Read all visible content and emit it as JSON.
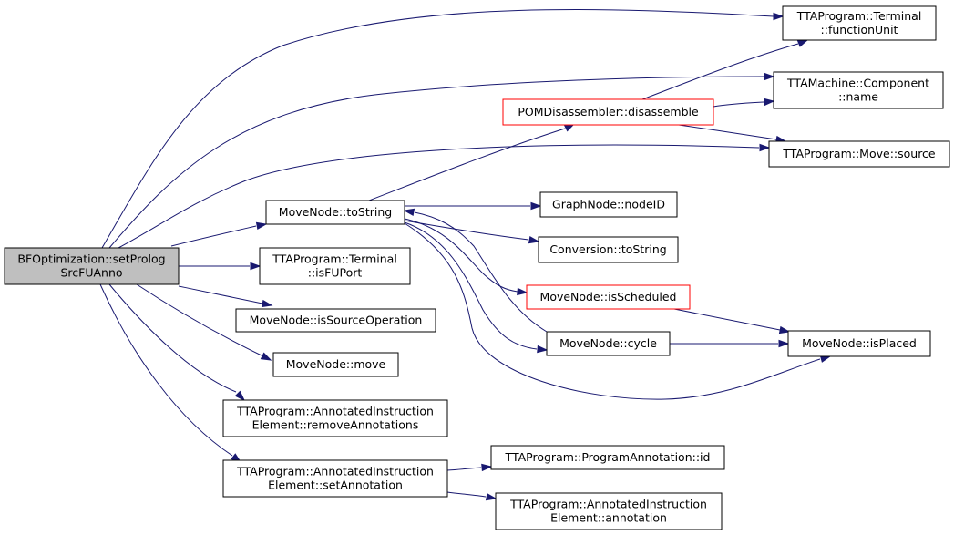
{
  "colors": {
    "edge": "#191970",
    "root_fill": "#bfbfbf",
    "root_border": "#000000",
    "node_fill": "#ffffff",
    "node_border": "#000000",
    "highlight_border": "#ff0000"
  },
  "nodes": [
    {
      "id": "bfopt",
      "style": "root",
      "lines": [
        "BFOptimization::setProlog",
        "SrcFUAnno"
      ]
    },
    {
      "id": "term_fu",
      "style": "normal",
      "lines": [
        "TTAProgram::Terminal",
        "::functionUnit"
      ]
    },
    {
      "id": "comp_name",
      "style": "normal",
      "lines": [
        "TTAMachine::Component",
        "::name"
      ]
    },
    {
      "id": "pomdis",
      "style": "highlight",
      "lines": [
        "POMDisassembler::disassemble"
      ]
    },
    {
      "id": "move_source",
      "style": "normal",
      "lines": [
        "TTAProgram::Move::source"
      ]
    },
    {
      "id": "mn_tostring",
      "style": "normal",
      "lines": [
        "MoveNode::toString"
      ]
    },
    {
      "id": "gn_nodeid",
      "style": "normal",
      "lines": [
        "GraphNode::nodeID"
      ]
    },
    {
      "id": "conv_tostring",
      "style": "normal",
      "lines": [
        "Conversion::toString"
      ]
    },
    {
      "id": "term_isfuport",
      "style": "normal",
      "lines": [
        "TTAProgram::Terminal",
        "::isFUPort"
      ]
    },
    {
      "id": "mn_isscheduled",
      "style": "highlight",
      "lines": [
        "MoveNode::isScheduled"
      ]
    },
    {
      "id": "mn_issrcop",
      "style": "normal",
      "lines": [
        "MoveNode::isSourceOperation"
      ]
    },
    {
      "id": "mn_cycle",
      "style": "normal",
      "lines": [
        "MoveNode::cycle"
      ]
    },
    {
      "id": "mn_isplaced",
      "style": "normal",
      "lines": [
        "MoveNode::isPlaced"
      ]
    },
    {
      "id": "mn_move",
      "style": "normal",
      "lines": [
        "MoveNode::move"
      ]
    },
    {
      "id": "aie_remove",
      "style": "normal",
      "lines": [
        "TTAProgram::AnnotatedInstruction",
        "Element::removeAnnotations"
      ]
    },
    {
      "id": "pa_id",
      "style": "normal",
      "lines": [
        "TTAProgram::ProgramAnnotation::id"
      ]
    },
    {
      "id": "aie_set",
      "style": "normal",
      "lines": [
        "TTAProgram::AnnotatedInstruction",
        "Element::setAnnotation"
      ]
    },
    {
      "id": "aie_annotation",
      "style": "normal",
      "lines": [
        "TTAProgram::AnnotatedInstruction",
        "Element::annotation"
      ]
    }
  ],
  "edges": [
    {
      "from": "bfopt",
      "to": "term_fu"
    },
    {
      "from": "bfopt",
      "to": "comp_name"
    },
    {
      "from": "bfopt",
      "to": "move_source"
    },
    {
      "from": "bfopt",
      "to": "mn_tostring"
    },
    {
      "from": "bfopt",
      "to": "term_isfuport"
    },
    {
      "from": "bfopt",
      "to": "mn_issrcop"
    },
    {
      "from": "bfopt",
      "to": "mn_move"
    },
    {
      "from": "bfopt",
      "to": "aie_remove"
    },
    {
      "from": "bfopt",
      "to": "aie_set"
    },
    {
      "from": "pomdis",
      "to": "term_fu"
    },
    {
      "from": "pomdis",
      "to": "comp_name"
    },
    {
      "from": "pomdis",
      "to": "move_source"
    },
    {
      "from": "mn_tostring",
      "to": "pomdis"
    },
    {
      "from": "mn_tostring",
      "to": "gn_nodeid"
    },
    {
      "from": "mn_tostring",
      "to": "conv_tostring"
    },
    {
      "from": "mn_tostring",
      "to": "mn_isscheduled"
    },
    {
      "from": "mn_tostring",
      "to": "mn_cycle"
    },
    {
      "from": "mn_tostring",
      "to": "mn_isplaced"
    },
    {
      "from": "mn_cycle",
      "to": "mn_tostring"
    },
    {
      "from": "mn_cycle",
      "to": "mn_isplaced"
    },
    {
      "from": "mn_isscheduled",
      "to": "mn_isplaced"
    },
    {
      "from": "aie_set",
      "to": "pa_id"
    },
    {
      "from": "aie_set",
      "to": "aie_annotation"
    }
  ]
}
